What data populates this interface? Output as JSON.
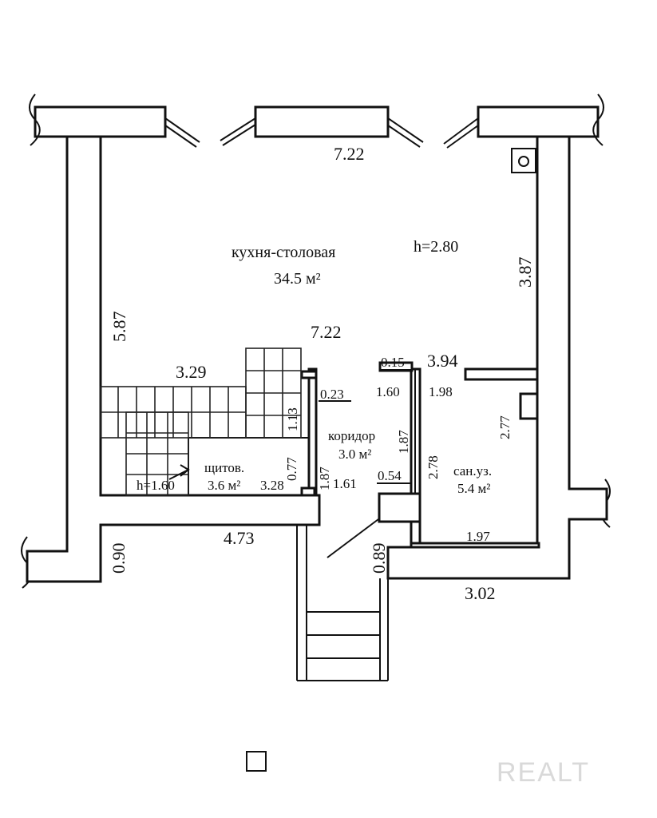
{
  "rooms": {
    "kitchen": {
      "name": "кухня-столовая",
      "area": "34.5 м²",
      "height": "h=2.80"
    },
    "corridor": {
      "name": "коридор",
      "area": "3.0 м²"
    },
    "panel": {
      "name": "щитов.",
      "area": "3.6 м²",
      "height": "h=1.60"
    },
    "bath": {
      "name": "сан.уз.",
      "area": "5.4 м²"
    }
  },
  "dimensions": {
    "top_width": "7.22",
    "mid_width": "7.22",
    "right_height": "3.87",
    "left_height": "5.87",
    "stair_width": "3.29",
    "stair_depth": "1.13",
    "stair_small": "0.23",
    "corr_top": "0.15",
    "corr_width": "1.60",
    "corr_len": "1.87",
    "corr_left": "1.87",
    "corr_bottom": "1.61",
    "panel_height": "0.77",
    "panel_width": "3.28",
    "bath_top": "3.94",
    "bath_inner": "1.98",
    "bath_height": "2.77",
    "bath_left": "2.78",
    "bath_bottom": "1.97",
    "door_small": "0.54",
    "bottom_left_width": "4.73",
    "bottom_left_height": "0.90",
    "entry_width": "0.89",
    "bottom_right_width": "3.02"
  },
  "watermark": "REALT"
}
